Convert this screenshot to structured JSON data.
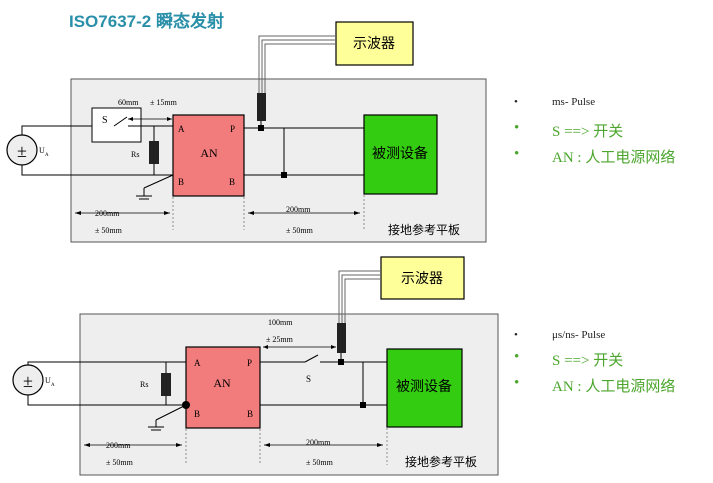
{
  "title": "ISO7637-2 瞬态发射",
  "colors": {
    "title": "#2a8fa8",
    "panel_bg": "#eeeeee",
    "an_box": "#f27b7b",
    "dut_box": "#33cc11",
    "scope_box": "#ffff99",
    "bullet_green": "#4ca62d"
  },
  "diagram_top": {
    "scope_label": "示波器",
    "an_label": "AN",
    "dut_label": "被测设备",
    "ground_plane_label": "接地参考平板",
    "source_label": "±",
    "source_sub": "U",
    "source_sub2": "A",
    "switch_label": "S",
    "rs_label": "Rs",
    "pin_a_top": "A",
    "pin_p": "P",
    "pin_b_left": "B",
    "pin_b_right": "B",
    "dim_60mm": "60mm",
    "dim_15mm": "± 15mm",
    "dim_left_200": "200mm",
    "dim_left_50": "± 50mm",
    "dim_right_200": "200mm",
    "dim_right_50": "± 50mm"
  },
  "diagram_bottom": {
    "scope_label": "示波器",
    "an_label": "AN",
    "dut_label": "被测设备",
    "ground_plane_label": "接地参考平板",
    "source_label": "±",
    "source_sub": "U",
    "source_sub2": "A",
    "switch_label": "S",
    "rs_label": "Rs",
    "pin_a": "A",
    "pin_p": "P",
    "pin_b_left": "B",
    "pin_b_right": "B",
    "dim_100mm": "100mm",
    "dim_25mm": "± 25mm",
    "dim_left_200": "200mm",
    "dim_left_50": "± 50mm",
    "dim_right_200": "200mm",
    "dim_right_50": "± 50mm"
  },
  "legend_top": [
    {
      "bullet": "•",
      "text": "ms- Pulse"
    },
    {
      "bullet": "•",
      "text": "S ==> 开关"
    },
    {
      "bullet": "•",
      "text": "AN : 人工电源网络"
    }
  ],
  "legend_bottom": [
    {
      "bullet": "•",
      "text": "μs/ns- Pulse"
    },
    {
      "bullet": "•",
      "text": "S ==> 开关"
    },
    {
      "bullet": "•",
      "text": "AN : 人工电源网络"
    }
  ]
}
